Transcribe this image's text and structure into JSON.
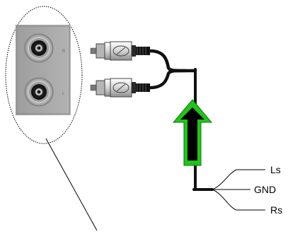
{
  "labels": {
    "jack_top_marker": "R",
    "jack_bottom_marker": "L",
    "wire_ls": "Ls",
    "wire_gnd": "GND",
    "wire_rs": "Rs"
  },
  "colors": {
    "panel": "#a8a8a8",
    "cable": "#111111",
    "arrow_fill": "#000000",
    "arrow_outline": "#22c31c",
    "callout": "#000000"
  },
  "icons": {
    "jack": "rca-jack-icon",
    "plug": "rca-plug-icon",
    "arrow": "up-arrow-icon"
  }
}
